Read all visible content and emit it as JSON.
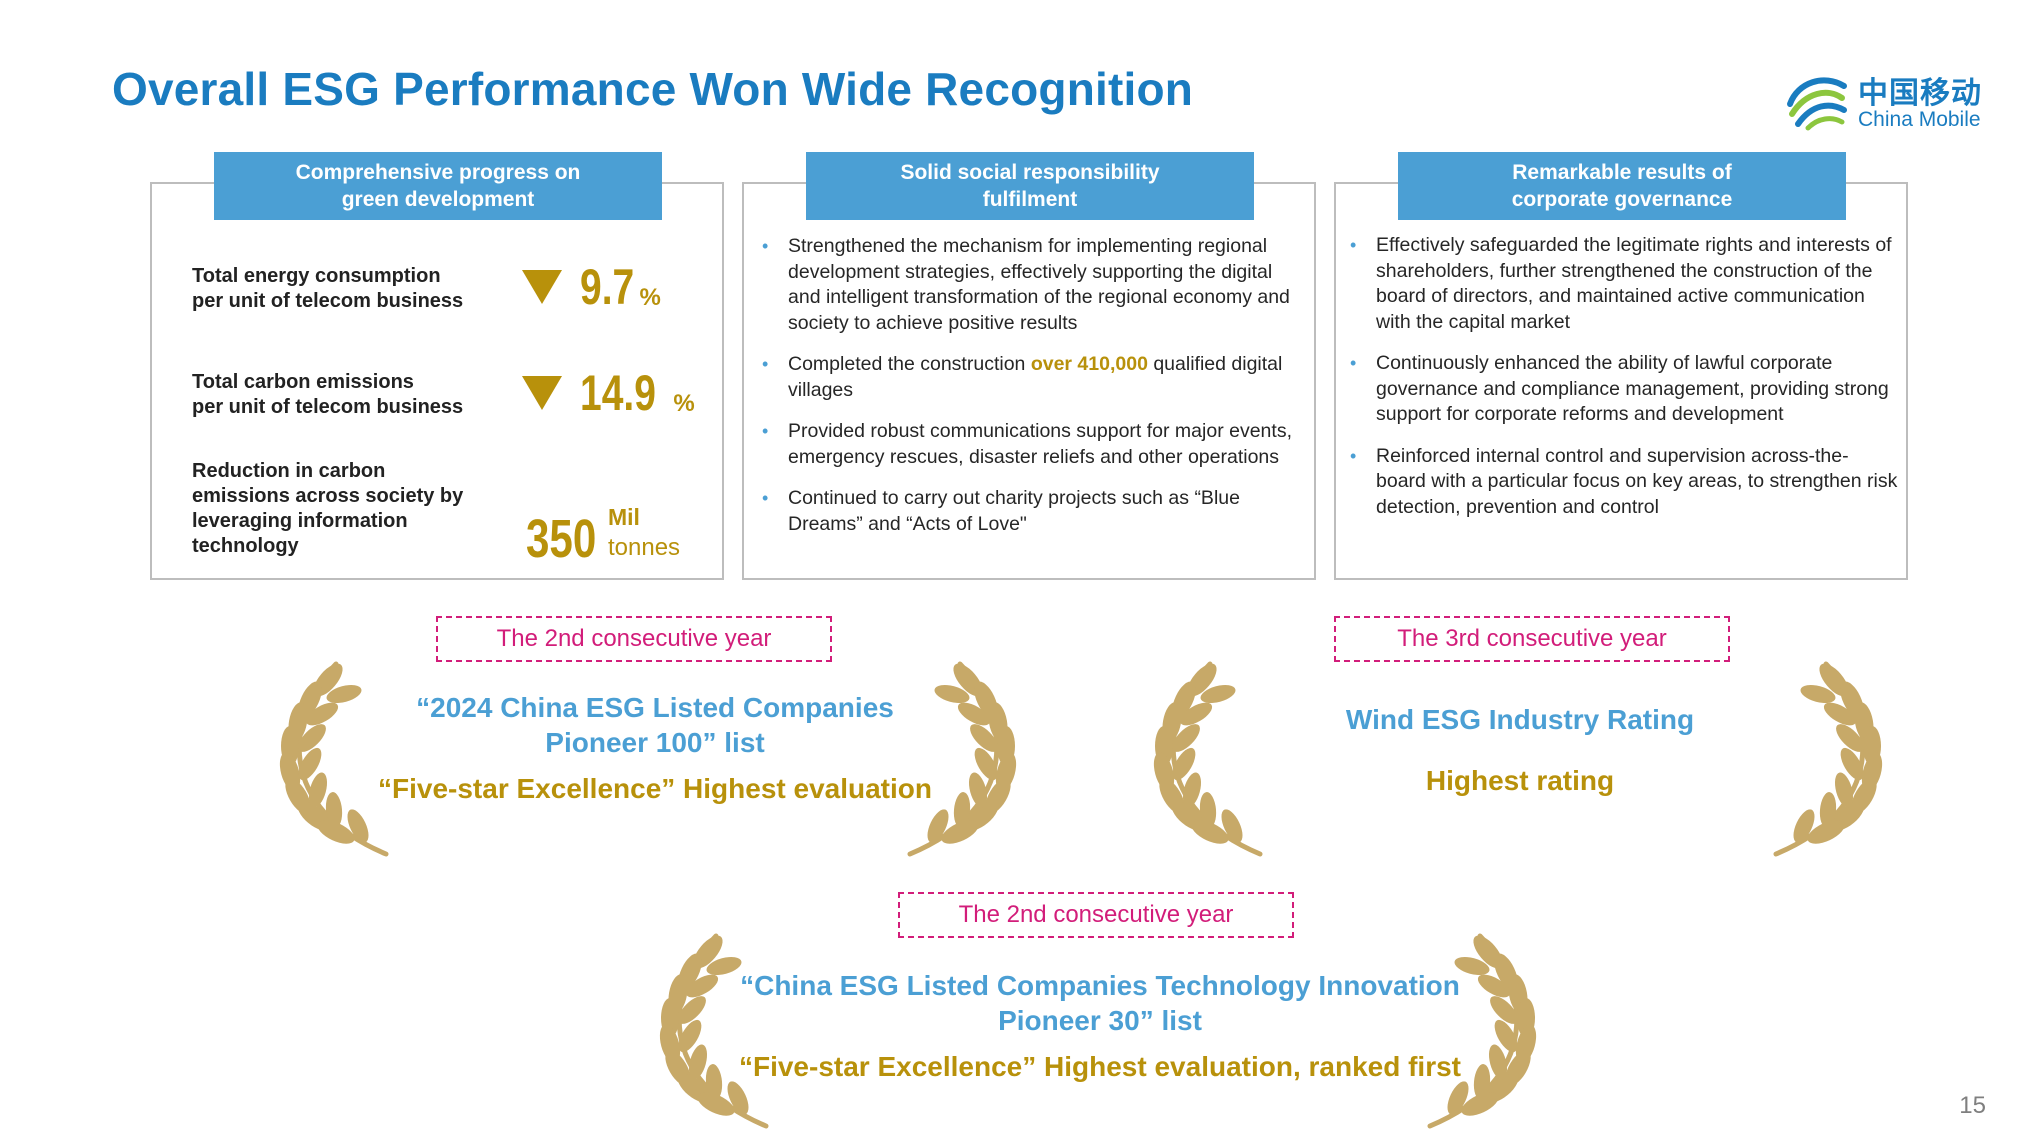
{
  "title": "Overall ESG Performance Won Wide Recognition",
  "logo": {
    "chinese": "中国移动",
    "english": "China Mobile",
    "brand_color": "#1a7cc0"
  },
  "colors": {
    "accent_blue": "#4b9fd4",
    "gold": "#b8910b",
    "magenta": "#d21d7a",
    "title_blue": "#1a7cc0"
  },
  "panels": [
    {
      "heading": "Comprehensive progress on\ngreen development",
      "metrics": [
        {
          "label": "Total energy consumption\nper unit of telecom business",
          "direction": "down",
          "value": "9.7",
          "unit": "%"
        },
        {
          "label": "Total carbon emissions\nper unit of telecom business",
          "direction": "down",
          "value": "14.9",
          "unit": "%"
        },
        {
          "label": "Reduction in carbon\nemissions across society by\nleveraging information\ntechnology",
          "value": "350",
          "unit_top": "Mil",
          "unit_bottom": "tonnes"
        }
      ]
    },
    {
      "heading": "Solid social responsibility\nfulfilment",
      "bullets": [
        {
          "text": "Strengthened the mechanism for implementing regional development strategies, effectively supporting the digital and intelligent transformation of the regional economy and society to achieve positive results"
        },
        {
          "pre": "Completed the construction ",
          "highlight": "over 410,000",
          "post": " qualified digital villages"
        },
        {
          "text": "Provided robust communications support for major events, emergency rescues, disaster reliefs and other operations"
        },
        {
          "text": "Continued to carry out charity projects such as “Blue Dreams” and “Acts of Love\""
        }
      ]
    },
    {
      "heading": "Remarkable results of\ncorporate governance",
      "bullets": [
        {
          "text": "Effectively safeguarded the legitimate rights and interests of shareholders, further strengthened the construction of the board of directors, and maintained active communication with the capital market"
        },
        {
          "text": "Continuously enhanced the ability of lawful corporate governance and compliance management, providing strong support for corporate reforms and development"
        },
        {
          "text": "Reinforced internal control and supervision across-the-board with a particular focus on key areas, to strengthen risk detection, prevention and control"
        }
      ]
    }
  ],
  "awards": [
    {
      "tag": "The 2nd consecutive year",
      "title": "“2024 China ESG Listed Companies\nPioneer 100” list",
      "rating": "“Five-star Excellence” Highest evaluation"
    },
    {
      "tag": "The 3rd consecutive year",
      "title": "Wind ESG Industry Rating",
      "rating": "Highest rating"
    },
    {
      "tag": "The 2nd consecutive year",
      "title": "“China ESG Listed Companies Technology Innovation\nPioneer 30” list",
      "rating": "“Five-star Excellence” Highest evaluation, ranked first"
    }
  ],
  "page_number": "15"
}
